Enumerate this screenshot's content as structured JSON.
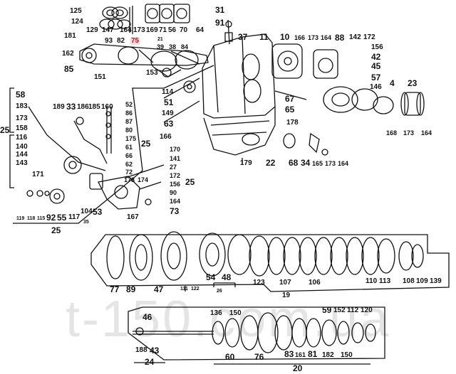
{
  "watermark": "t-150.com.ua",
  "highlight_color": "#c41818",
  "labels": {
    "top": {
      "n125": "125",
      "n124": "124",
      "n129": "129",
      "n147": "147",
      "n164": "164",
      "n173": "173",
      "n169": "169",
      "n71": "71",
      "n56": "56",
      "n70": "70",
      "n64": "64",
      "n181": "181",
      "n93": "93",
      "n82": "82",
      "n75": "75",
      "n21": "21",
      "n39": "39",
      "n38": "38",
      "n84": "84",
      "n162": "162",
      "n85": "85",
      "n151": "151",
      "n153": "153"
    },
    "housing": {
      "n31": "31",
      "n91": "91",
      "n37": "37",
      "n11": "11",
      "n10": "10",
      "n166": "166",
      "n173": "173",
      "n164": "164",
      "n88": "88",
      "n142": "142",
      "n172": "172",
      "n156": "156",
      "n42": "42",
      "n45": "45",
      "n57": "57",
      "n114": "114",
      "n51": "51",
      "n149": "149",
      "n63": "63",
      "n166b": "166",
      "n67": "67",
      "n65": "65",
      "n178": "178",
      "n146": "146",
      "n4": "4",
      "n23": "23",
      "n168": "168",
      "n173b": "173",
      "n164b": "164",
      "n179": "179",
      "n22": "22",
      "n68": "68",
      "n34": "34",
      "n165": "165",
      "n173c": "173",
      "n164c": "164"
    },
    "left": {
      "n58": "58",
      "n183": "183",
      "n25a": "25",
      "n173": "173",
      "n158": "158",
      "n116": "116",
      "n140": "140",
      "n144": "144",
      "n143": "143",
      "n171": "171",
      "n119": "119",
      "n118": "118",
      "n115": "115",
      "n92": "92",
      "n55": "55",
      "n117": "117",
      "n104": "104",
      "n53": "53",
      "n25b": "25",
      "n189": "189",
      "n33": "33",
      "n186": "186",
      "n185": "185",
      "n160": "160",
      "n52": "52",
      "n86": "86",
      "n87": "87",
      "n80": "80",
      "n175": "175",
      "n61": "61",
      "n66": "66",
      "n62": "62",
      "n72": "72",
      "n178": "178",
      "n174": "174",
      "n25c": "25",
      "n170": "170",
      "n141": "141",
      "n27": "27",
      "n172": "172",
      "n156": "156",
      "n90": "90",
      "n25d": "25",
      "n164": "164",
      "n73": "73",
      "n167": "167",
      "n35": "35"
    },
    "middle": {
      "n77": "77",
      "n89": "89",
      "n47": "47",
      "n111": "111",
      "n122": "122",
      "n54": "54",
      "n48": "48",
      "n26": "26",
      "n123": "123",
      "n107": "107",
      "n106": "106",
      "n110": "110",
      "n113": "113",
      "n108": "108",
      "n109": "109",
      "n139": "139",
      "n19": "19"
    },
    "bottom": {
      "n46": "46",
      "n136": "136",
      "n150": "150",
      "n59": "59",
      "n152": "152",
      "n112": "112",
      "n120": "120",
      "n188": "188",
      "n43": "43",
      "n24": "24",
      "n60": "60",
      "n76": "76",
      "n83": "83",
      "n161": "161",
      "n81": "81",
      "n182": "182",
      "n150b": "150",
      "n20": "20"
    }
  }
}
